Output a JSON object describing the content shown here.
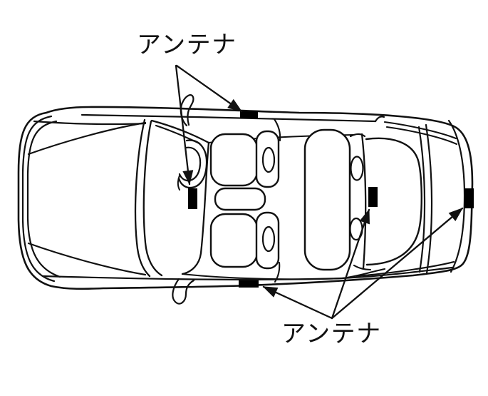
{
  "page": {
    "background_color": "#ffffff",
    "ink_color": "#111111"
  },
  "diagram": {
    "subject": "car-top-view-antenna-locations",
    "marker_fill_color": "#000000",
    "callouts": {
      "top": {
        "label": "アンテナ",
        "targets": [
          "roof-side-edge-antenna",
          "dashboard-antenna"
        ]
      },
      "bottom": {
        "label": "アンテナ",
        "targets": [
          "rocker-side-edge-antenna",
          "rear-shelf-antenna",
          "rear-bumper-antenna"
        ]
      }
    },
    "antenna_markers": [
      {
        "name": "roof-side-edge-antenna"
      },
      {
        "name": "dashboard-antenna"
      },
      {
        "name": "rocker-side-edge-antenna"
      },
      {
        "name": "rear-shelf-antenna"
      },
      {
        "name": "rear-bumper-antenna"
      }
    ]
  }
}
